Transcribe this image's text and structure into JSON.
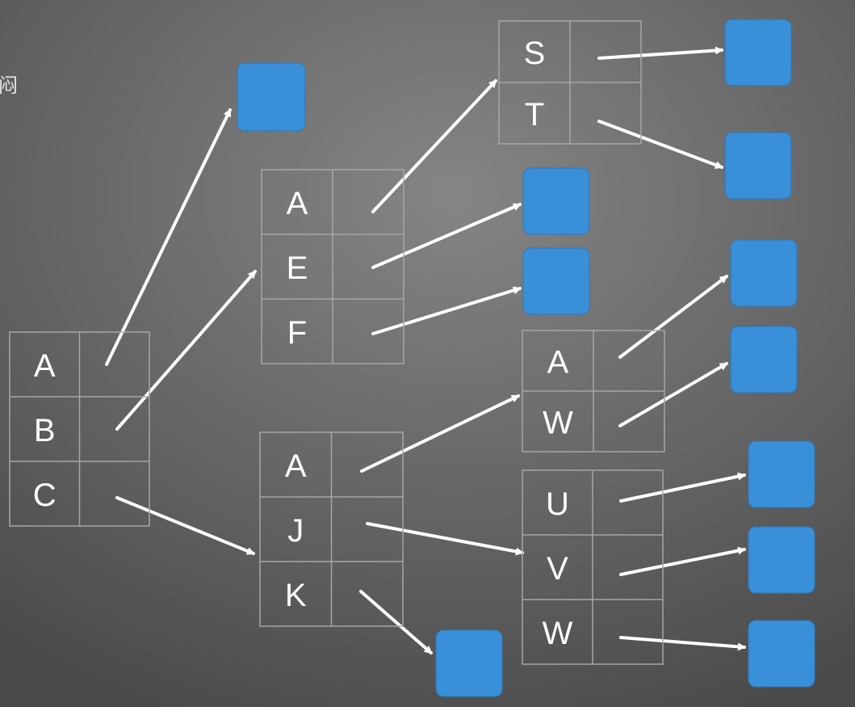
{
  "corner_glyph": "闷",
  "colors": {
    "leaf": "#3a8fd9",
    "arrow": "#ffffff",
    "grid": "#a6a6a6"
  },
  "tables": [
    {
      "id": "root",
      "keys": [
        "A",
        "B",
        "C"
      ]
    },
    {
      "id": "node-aef",
      "keys": [
        "A",
        "E",
        "F"
      ]
    },
    {
      "id": "node-ajk",
      "keys": [
        "A",
        "J",
        "K"
      ]
    },
    {
      "id": "node-st",
      "keys": [
        "S",
        "T"
      ]
    },
    {
      "id": "node-aw",
      "keys": [
        "A",
        "W"
      ]
    },
    {
      "id": "node-uvw",
      "keys": [
        "U",
        "V",
        "W"
      ]
    }
  ]
}
